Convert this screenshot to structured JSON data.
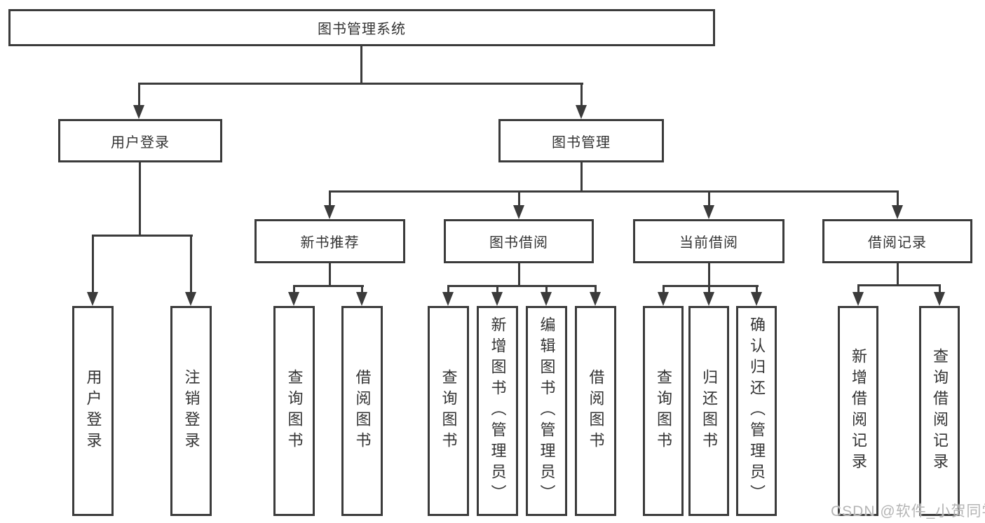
{
  "diagram_type": "tree",
  "colors": {
    "background": "#ffffff",
    "line": "#3b3b3b",
    "box_border": "#3b3b3b",
    "text": "#333333",
    "watermark": "#b5b5b5"
  },
  "nodes": {
    "root": {
      "label": "图书管理系统"
    },
    "user_login": {
      "label": "用户登录"
    },
    "book_mgmt": {
      "label": "图书管理"
    },
    "new_book": {
      "label": "新书推荐"
    },
    "book_borrow": {
      "label": "图书借阅"
    },
    "current_borrow": {
      "label": "当前借阅"
    },
    "borrow_record": {
      "label": "借阅记录"
    },
    "user_login_leaf": {
      "label": "用户登录"
    },
    "logout_leaf": {
      "label": "注销登录"
    },
    "nb_query": {
      "label": "查询图书"
    },
    "nb_borrow": {
      "label": "借阅图书"
    },
    "bb_query": {
      "label": "查询图书"
    },
    "bb_add": {
      "label": "新增图书（管理员）"
    },
    "bb_edit": {
      "label": "编辑图书（管理员）"
    },
    "bb_borrow": {
      "label": "借阅图书"
    },
    "cb_query": {
      "label": "查询图书"
    },
    "cb_return": {
      "label": "归还图书"
    },
    "cb_confirm": {
      "label": "确认归还（管理员）"
    },
    "br_add": {
      "label": "新增借阅记录"
    },
    "br_query": {
      "label": "查询借阅记录"
    }
  },
  "tree": {
    "图书管理系统": {
      "用户登录": [
        "用户登录",
        "注销登录"
      ],
      "图书管理": {
        "新书推荐": [
          "查询图书",
          "借阅图书"
        ],
        "图书借阅": [
          "查询图书",
          "新增图书（管理员）",
          "编辑图书（管理员）",
          "借阅图书"
        ],
        "当前借阅": [
          "查询图书",
          "归还图书",
          "确认归还（管理员）"
        ],
        "借阅记录": [
          "新增借阅记录",
          "查询借阅记录"
        ]
      }
    }
  },
  "watermark": "CSDN @软件_小贺同学"
}
